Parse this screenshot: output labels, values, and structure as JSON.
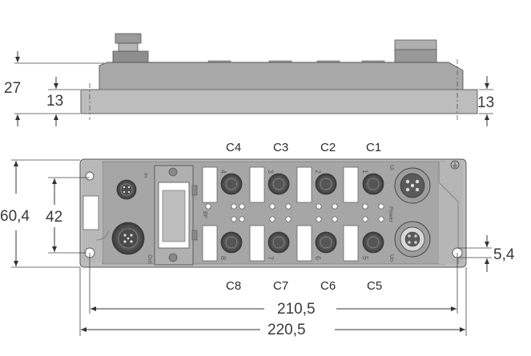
{
  "dimensions": {
    "side_height": "27",
    "side_inner_left": "13",
    "side_inner_right": "13",
    "front_height": "60,4",
    "front_inner": "42",
    "hole": "5,4",
    "hole_spacing": "210,5",
    "total_length": "220,5"
  },
  "connectors_top": [
    "C4",
    "C3",
    "C2",
    "C1"
  ],
  "connectors_bottom": [
    "C8",
    "C7",
    "C6",
    "C5"
  ],
  "port_numbers_top": [
    "4",
    "3",
    "2",
    "1"
  ],
  "port_numbers_bottom": [
    "8",
    "7",
    "6",
    "5"
  ],
  "small_labels": {
    "in": "In",
    "out": "Out",
    "bf": "BF",
    "power": "Power",
    "ui": "Ui",
    "uo": "Uo"
  },
  "colors": {
    "housing": "#a8a8a8",
    "housing_dark": "#8c8c8c",
    "housing_light": "#c4c4c4",
    "white": "#ffffff"
  }
}
